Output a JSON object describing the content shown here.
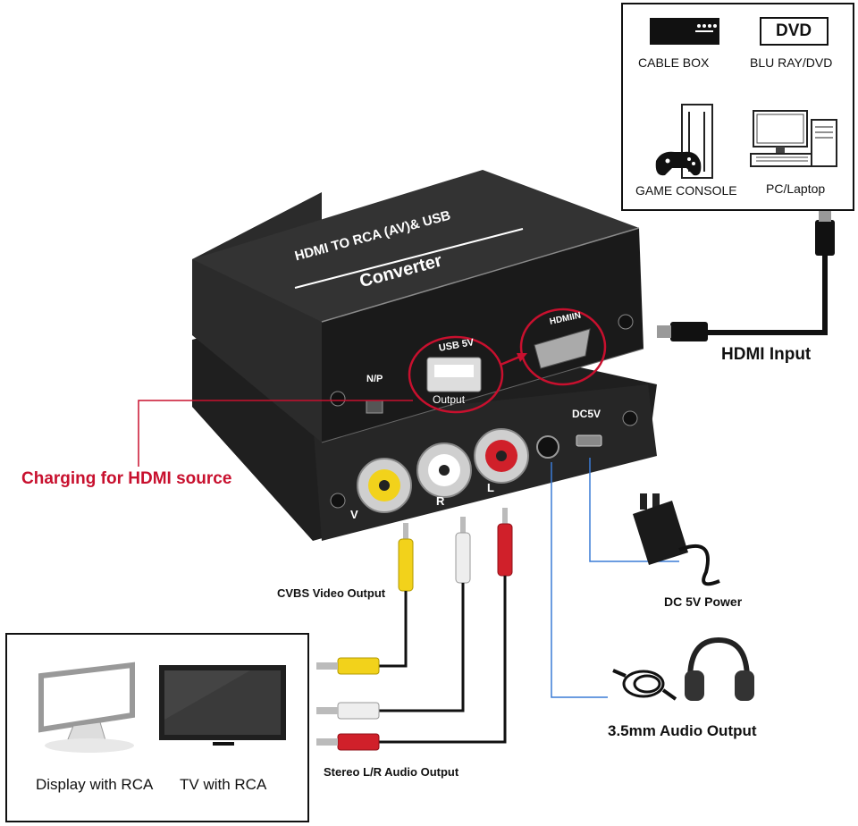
{
  "sources": {
    "cable_box": "CABLE BOX",
    "dvd_logo": "DVD",
    "blu_ray": "BLU RAY/DVD",
    "game_console": "GAME CONSOLE",
    "pc_laptop": "PC/Laptop"
  },
  "device": {
    "title_line1": "HDMI TO RCA (AV)& USB",
    "title_line2": "Converter",
    "np": "N/P",
    "usb_label": "USB 5V",
    "output_label": "Output",
    "hdmi_in": "HDMIIN",
    "dc5v": "DC5V",
    "v": "V",
    "r": "R",
    "l": "L"
  },
  "labels": {
    "hdmi_input": "HDMI Input",
    "charging": "Charging for HDMI source",
    "cvbs": "CVBS Video Output",
    "dc_power": "DC 5V Power",
    "audio_out": "3.5mm Audio Output",
    "stereo": "Stereo L/R Audio Output"
  },
  "displays": {
    "display_rca": "Display with RCA",
    "tv_rca": "TV with RCA"
  },
  "colors": {
    "red_accent": "#c8102e",
    "blue_line": "#3a7bd5",
    "device_body": "#1c1c1c",
    "yellow": "#f2d21b"
  }
}
